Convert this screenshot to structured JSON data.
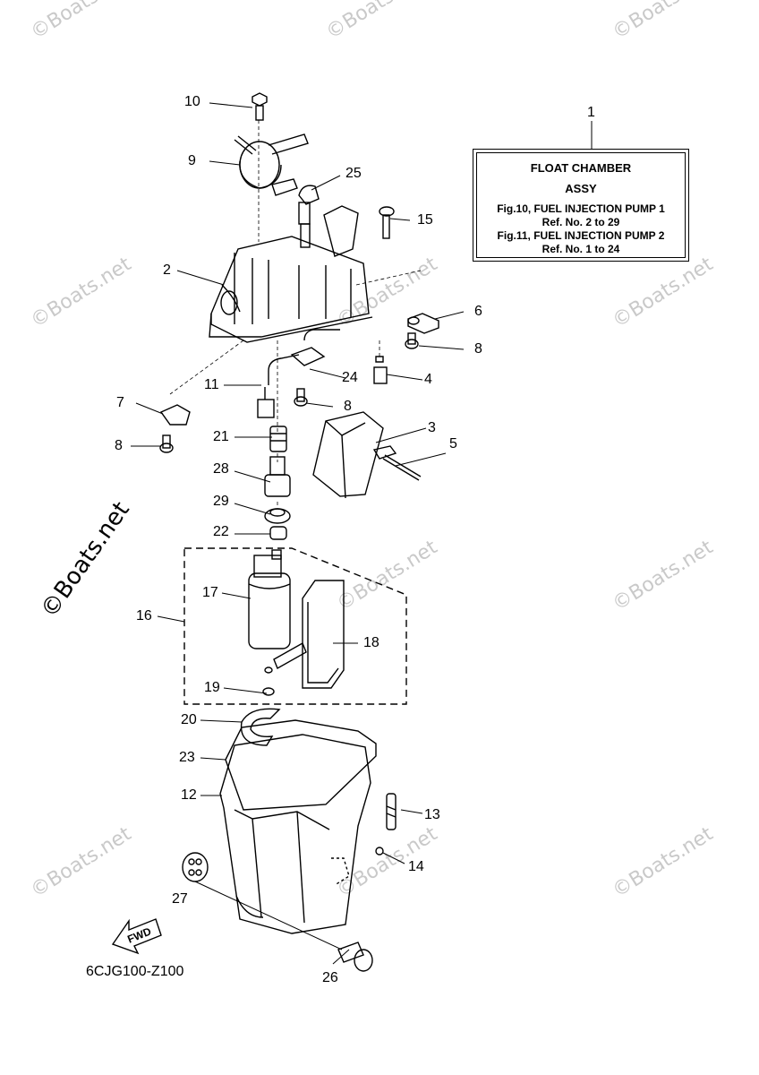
{
  "watermarks": {
    "small": "©Boats.net",
    "large": "©Boats.net"
  },
  "reference_box": {
    "title": "FLOAT CHAMBER",
    "subtitle": "ASSY",
    "lines": [
      "Fig.10, FUEL INJECTION PUMP 1",
      "Ref. No. 2 to 29",
      "Fig.11, FUEL INJECTION PUMP 2",
      "Ref. No. 1 to 24"
    ]
  },
  "callouts": [
    "1",
    "2",
    "3",
    "4",
    "5",
    "6",
    "7",
    "8",
    "8",
    "8",
    "9",
    "10",
    "11",
    "12",
    "13",
    "14",
    "15",
    "16",
    "17",
    "18",
    "19",
    "20",
    "21",
    "22",
    "23",
    "24",
    "25",
    "26",
    "27",
    "28",
    "29"
  ],
  "fwd_label": "FWD",
  "diagram_code": "6CJG100-Z100",
  "colors": {
    "line": "#000000",
    "watermark": "#c9c9c9",
    "background": "#ffffff"
  }
}
